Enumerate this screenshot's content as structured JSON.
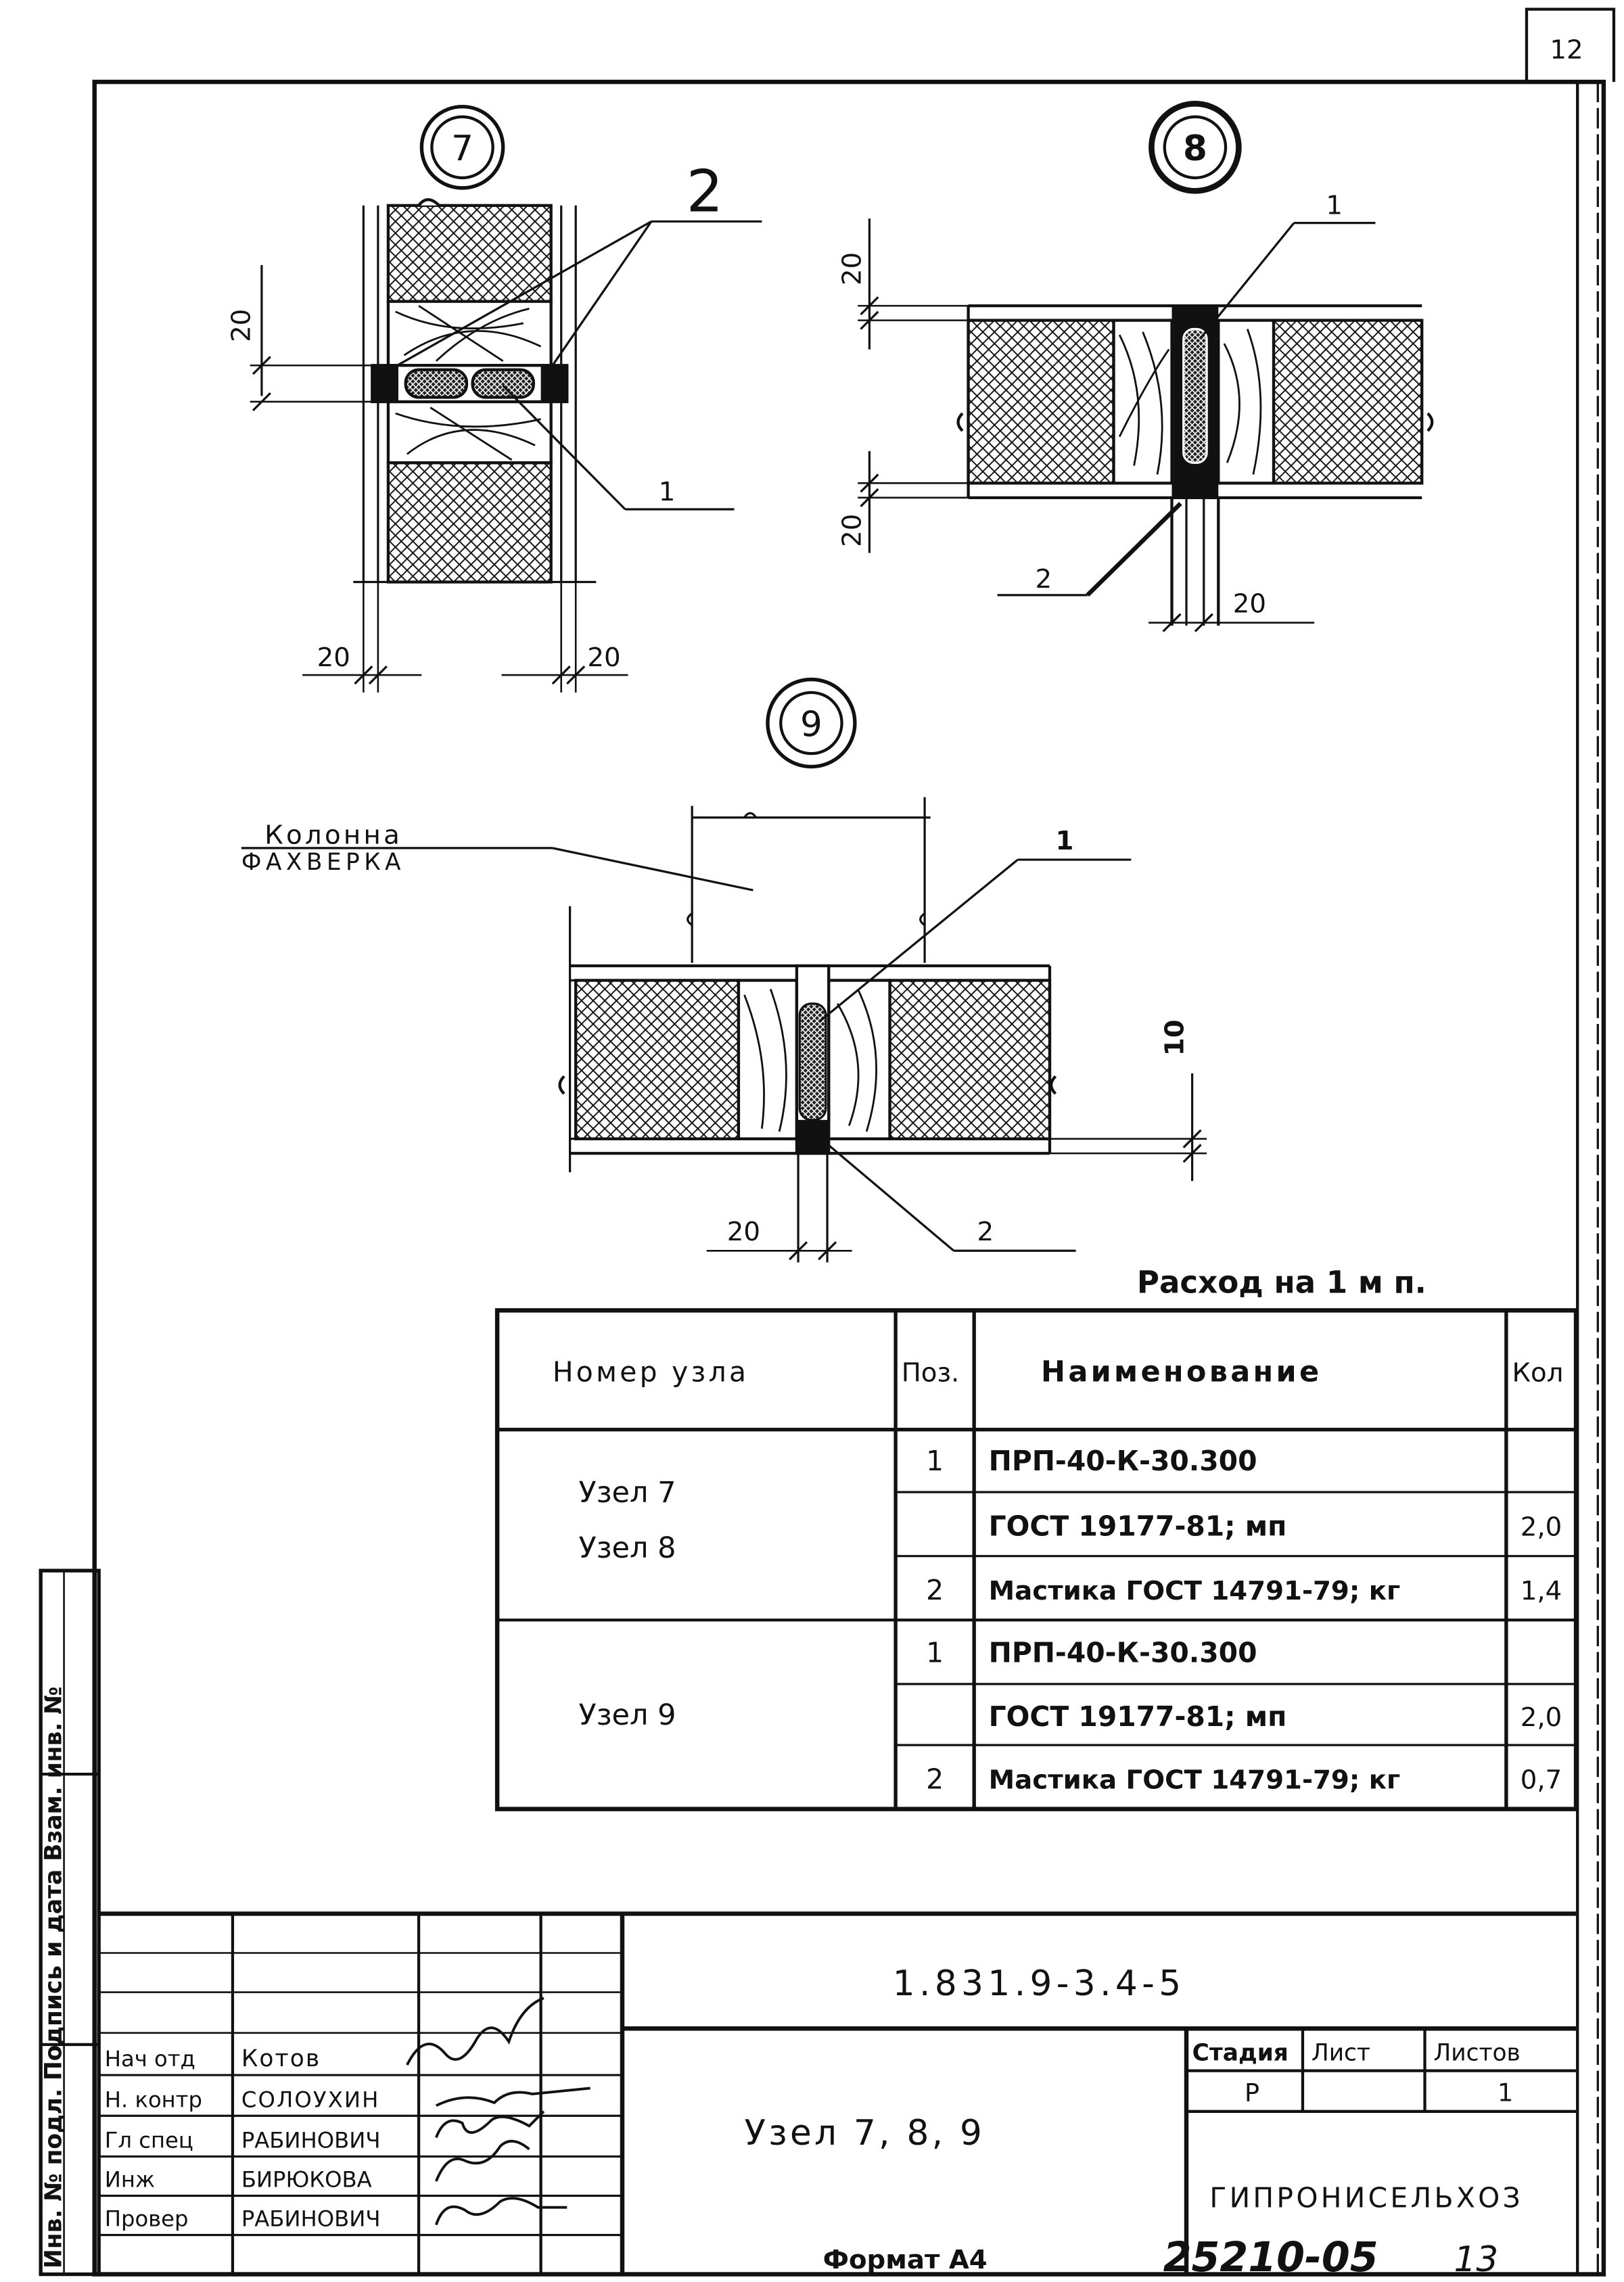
{
  "sheet_corner_number": "12",
  "node_markers": {
    "node7": "7",
    "node8": "8",
    "node9": "9"
  },
  "node7": {
    "pos_top": "2",
    "pos_bottom": "1",
    "dim_vertical": "20",
    "dim_left": "20",
    "dim_right": "20"
  },
  "node8": {
    "pos_top": "1",
    "pos_bottom": "2",
    "dim_top": "20",
    "dim_bottom": "20",
    "dim_joint": "20"
  },
  "node9": {
    "column_label_line1": "Колонна",
    "column_label_line2": "фахверка",
    "pos_top": "1",
    "pos_bottom": "2",
    "dim_right": "10",
    "dim_bottom": "20"
  },
  "consumption_note": "Расход на 1 м п.",
  "spec_table": {
    "headers": {
      "node_no": "Номер узла",
      "pos": "Поз.",
      "name": "Наименование",
      "qty": "Кол"
    },
    "groups": [
      {
        "nodes": [
          "Узел 7",
          "Узел 8"
        ],
        "rows": [
          {
            "pos": "1",
            "name": "ПРП-40-К-30.300",
            "qty": ""
          },
          {
            "pos": "",
            "name": "ГОСТ 19177-81; мп",
            "qty": "2,0"
          },
          {
            "pos": "2",
            "name": "Мастика ГОСТ 14791-79; кг",
            "qty": "1,4"
          }
        ]
      },
      {
        "nodes": [
          "Узел 9"
        ],
        "rows": [
          {
            "pos": "1",
            "name": "ПРП-40-К-30.300",
            "qty": ""
          },
          {
            "pos": "",
            "name": "ГОСТ 19177-81; мп",
            "qty": "2,0"
          },
          {
            "pos": "2",
            "name": "Мастика ГОСТ 14791-79; кг",
            "qty": "0,7"
          }
        ]
      }
    ]
  },
  "side_stamp": "Инв. № подл. Подпись и дата Взам. инв. №",
  "title_block": {
    "document_code": "1.831.9-3.4-5",
    "sheet_title": "Узел 7, 8, 9",
    "organization": "ГИПРОНИСЕЛЬХОЗ",
    "stage_header": "Стадия",
    "sheet_header": "Лист",
    "sheets_header": "Листов",
    "stage": "Р",
    "sheet": "",
    "sheets": "1",
    "staff": [
      {
        "role": "Нач отд",
        "name": "Котов"
      },
      {
        "role": "Н. контр",
        "name": "Солоухин"
      },
      {
        "role": "Гл спец",
        "name": "Рабинович"
      },
      {
        "role": "Инж",
        "name": "Бирюкова"
      },
      {
        "role": "Провер",
        "name": "Рабинович"
      }
    ]
  },
  "format_label": "Формат А4",
  "archive_number": "25210-05",
  "archive_sheet": "13"
}
